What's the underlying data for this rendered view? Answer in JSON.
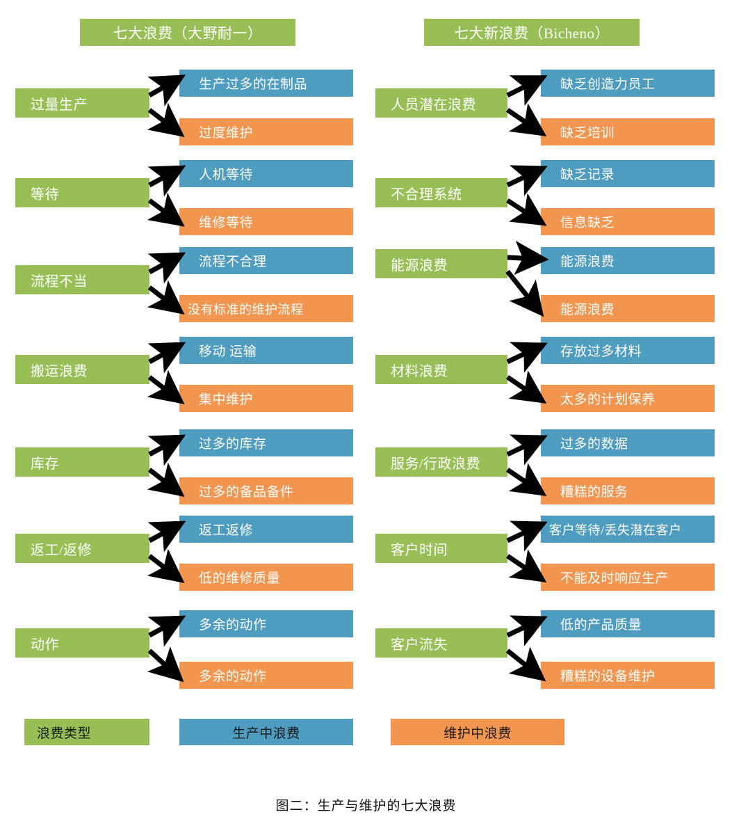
{
  "caption": "图二：生产与维护的七大浪费",
  "colors": {
    "category": "#97bf56",
    "production_waste": "#4e9cbf",
    "maintenance_waste": "#f2954e",
    "arrow": "#000000",
    "background": "#ffffff"
  },
  "columns": [
    {
      "id": "classic",
      "title": "七大浪费（大野耐一）",
      "rows": [
        {
          "category": "过量生产",
          "production": "生产过多的在制品",
          "maintenance": "过度维护"
        },
        {
          "category": "等待",
          "production": "人机等待",
          "maintenance": "维修等待"
        },
        {
          "category": "流程不当",
          "production": "流程不合理",
          "maintenance": "没有标准的维护流程"
        },
        {
          "category": "搬运浪费",
          "production": "移动  运输",
          "maintenance": "集中维护"
        },
        {
          "category": "库存",
          "production": "过多的库存",
          "maintenance": "过多的备品备件"
        },
        {
          "category": "返工/返修",
          "production": "返工返修",
          "maintenance": "低的维修质量"
        },
        {
          "category": "动作",
          "production": "多余的动作",
          "maintenance": "多余的动作"
        }
      ]
    },
    {
      "id": "bicheno",
      "title": "七大新浪费（Bicheno）",
      "rows": [
        {
          "category": "人员潜在浪费",
          "production": "缺乏创造力员工",
          "maintenance": "缺乏培训"
        },
        {
          "category": "不合理系统",
          "production": "缺乏记录",
          "maintenance": "信息缺乏"
        },
        {
          "category": "能源浪费",
          "production": "能源浪费",
          "maintenance": "能源浪费"
        },
        {
          "category": "材料浪费",
          "production": "存放过多材料",
          "maintenance": "太多的计划保养"
        },
        {
          "category": "服务/行政浪费",
          "production": "过多的数据",
          "maintenance": "糟糕的服务"
        },
        {
          "category": "客户时间",
          "production": "客户等待/丢失潜在客户",
          "maintenance": "不能及时响应生产"
        },
        {
          "category": "客户流失",
          "production": "低的产品质量",
          "maintenance": "糟糕的设备维护"
        }
      ]
    }
  ],
  "legend": {
    "category_label": "浪费类型",
    "production_label": "生产中浪费",
    "maintenance_label": "维护中浪费"
  }
}
